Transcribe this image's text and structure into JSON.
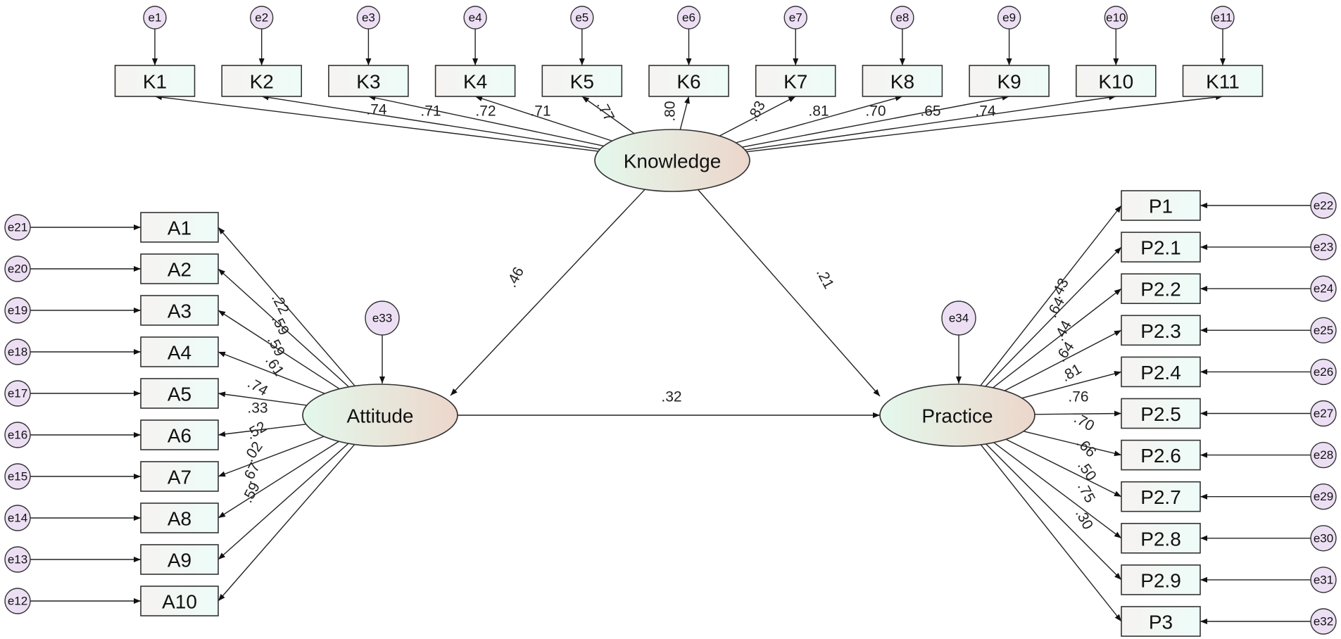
{
  "colors": {
    "box_fill_left": "#f6f3f1",
    "box_fill_right": "#eefcf8",
    "latent_fill_left": "#e4f8ec",
    "latent_fill_right": "#ecd6cb",
    "error_fill": "#ecdff3",
    "line": "#222222"
  },
  "latents": [
    {
      "id": "knowledge",
      "label": "Knowledge"
    },
    {
      "id": "attitude",
      "label": "Attitude"
    },
    {
      "id": "practice",
      "label": "Practice"
    }
  ],
  "structural_paths": [
    {
      "from": "knowledge",
      "to": "attitude",
      "coef": ".46"
    },
    {
      "from": "knowledge",
      "to": "practice",
      "coef": ".21"
    },
    {
      "from": "attitude",
      "to": "practice",
      "coef": ".32"
    }
  ],
  "disturbances": [
    {
      "label": "e33",
      "target": "attitude"
    },
    {
      "label": "e34",
      "target": "practice"
    }
  ],
  "knowledge_items": [
    {
      "label": "K1",
      "error": "e1",
      "loading": ".74"
    },
    {
      "label": "K2",
      "error": "e2",
      "loading": ".71"
    },
    {
      "label": "K3",
      "error": "e3",
      "loading": ".72"
    },
    {
      "label": "K4",
      "error": "e4",
      "loading": ".71"
    },
    {
      "label": "K5",
      "error": "e5",
      "loading": ".77"
    },
    {
      "label": "K6",
      "error": "e6",
      "loading": ".80"
    },
    {
      "label": "K7",
      "error": "e7",
      "loading": ".83"
    },
    {
      "label": "K8",
      "error": "e8",
      "loading": ".81"
    },
    {
      "label": "K9",
      "error": "e9",
      "loading": ".70"
    },
    {
      "label": "K10",
      "error": "e10",
      "loading": ".65"
    },
    {
      "label": "K11",
      "error": "e11",
      "loading": ".74"
    }
  ],
  "attitude_items": [
    {
      "label": "A1",
      "error": "e21",
      "loading": ".22"
    },
    {
      "label": "A2",
      "error": "e20",
      "loading": ".59"
    },
    {
      "label": "A3",
      "error": "e19",
      "loading": ".59"
    },
    {
      "label": "A4",
      "error": "e18",
      "loading": ".61"
    },
    {
      "label": "A5",
      "error": "e17",
      "loading": ".74"
    },
    {
      "label": "A6",
      "error": "e16",
      "loading": ".33"
    },
    {
      "label": "A7",
      "error": "e15",
      "loading": ".52"
    },
    {
      "label": "A8",
      "error": "e14",
      "loading": ".02"
    },
    {
      "label": "A9",
      "error": "e13",
      "loading": ".67"
    },
    {
      "label": "A10",
      "error": "e12",
      "loading": ".59"
    }
  ],
  "practice_items": [
    {
      "label": "P1",
      "error": "e22",
      "loading": ".43"
    },
    {
      "label": "P2.1",
      "error": "e23",
      "loading": ".64"
    },
    {
      "label": "P2.2",
      "error": "e24",
      "loading": ".44"
    },
    {
      "label": "P2.3",
      "error": "e25",
      "loading": ".64"
    },
    {
      "label": "P2.4",
      "error": "e26",
      "loading": ".81"
    },
    {
      "label": "P2.5",
      "error": "e27",
      "loading": ".76"
    },
    {
      "label": "P2.6",
      "error": "e28",
      "loading": ".70"
    },
    {
      "label": "P2.7",
      "error": "e29",
      "loading": ".66"
    },
    {
      "label": "P2.8",
      "error": "e30",
      "loading": ".50"
    },
    {
      "label": "P2.9",
      "error": "e31",
      "loading": ".75"
    },
    {
      "label": "P3",
      "error": "e32",
      "loading": ".30"
    }
  ]
}
